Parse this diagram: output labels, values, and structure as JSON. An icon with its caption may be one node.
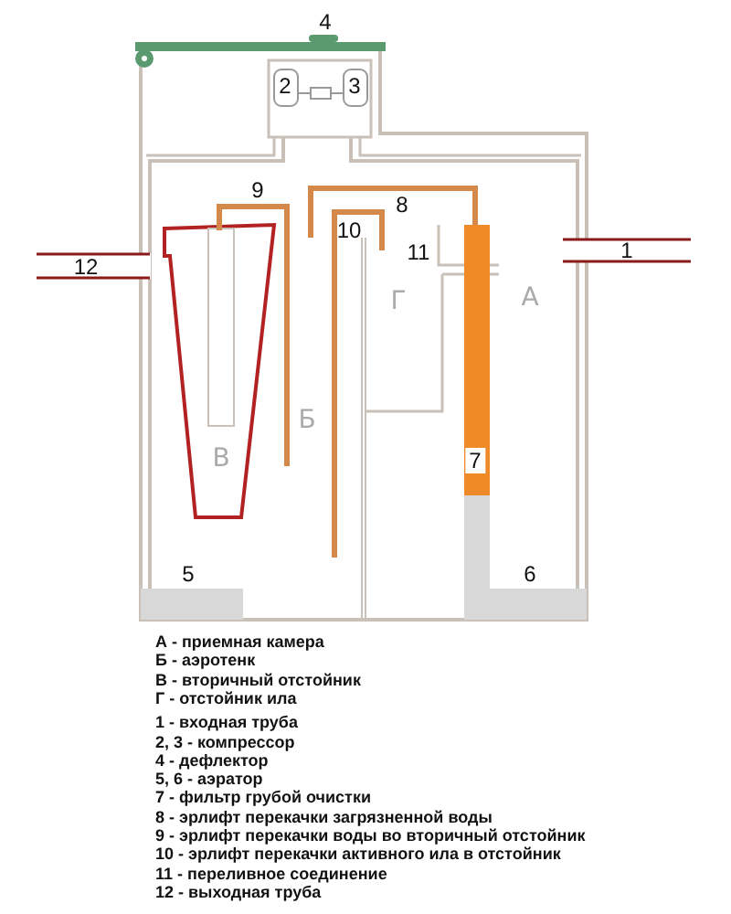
{
  "diagram": {
    "labels": [
      "4",
      "2",
      "3",
      "9",
      "8",
      "10",
      "11",
      "12",
      "1",
      "Г",
      "А",
      "Б",
      "В",
      "7",
      "5",
      "6",
      "А - приемная камера",
      "Б - аэротенк",
      "В - вторичный отстойник",
      "Г - отстойник ила",
      "1 - входная труба",
      "2, 3 - компрессор",
      "4 - дефлектор",
      "5, 6 - аэратор",
      "7 - фильтр грубой очистки",
      "8 - эрлифт перекачки загрязненной воды",
      "9 - эрлифт перекачки воды во вторичный отстойник",
      "10 - эрлифт перекачки активного ила в отстойник",
      "11 - переливное соединение",
      "12 - выходная труба"
    ]
  }
}
